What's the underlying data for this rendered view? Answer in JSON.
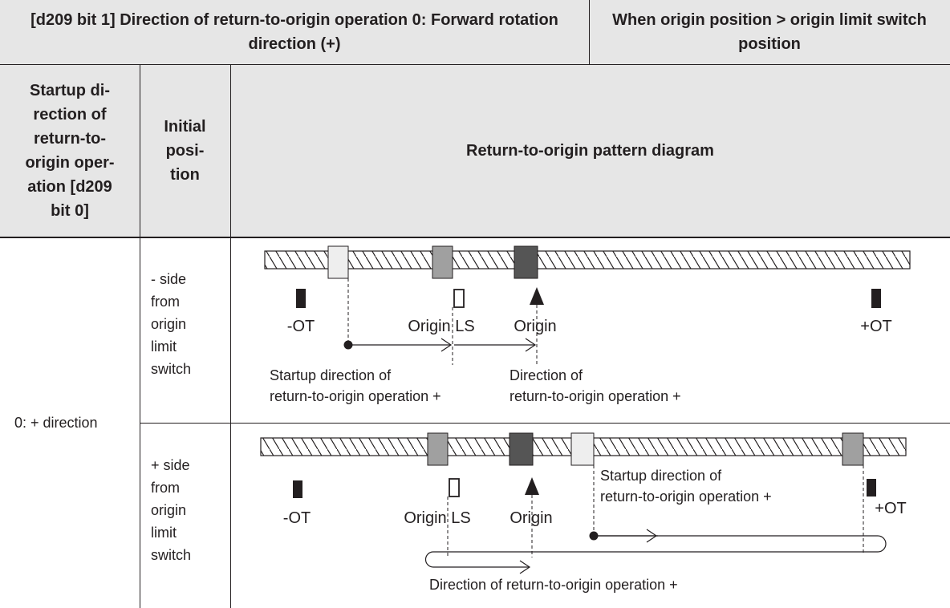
{
  "header": {
    "condition_left": "[d209 bit 1] Direction of return-to-origin operation 0: Forward rotation direction (+)",
    "condition_right": "When origin position > origin limit switch position",
    "col1": "Startup di-\nrection of\nreturn-to-\norigin oper-\nation [d209\nbit 0]",
    "col2": "Initial\nposi-\ntion",
    "col3": "Return-to-origin pattern diagram"
  },
  "rows": {
    "startup_direction": "0: + direction",
    "row1_position": "- side\nfrom\norigin\nlimit\nswitch",
    "row2_position": "+ side\nfrom\norigin\nlimit\nswitch"
  },
  "diagram": {
    "minus_ot": "-OT",
    "plus_ot": "+OT",
    "origin_ls": "Origin LS",
    "origin": "Origin",
    "startup_dir_line1": "Startup direction of",
    "startup_dir_line2": "return-to-origin operation +",
    "dir_line1": "Direction of",
    "dir_line2": "return-to-origin operation +",
    "dir_single": "Direction of return-to-origin operation +"
  },
  "colors": {
    "header_bg": "#e6e6e6",
    "ink": "#231f20",
    "block_light": "#eeeeee",
    "block_mid": "#a0a0a0",
    "block_dark": "#555555"
  }
}
